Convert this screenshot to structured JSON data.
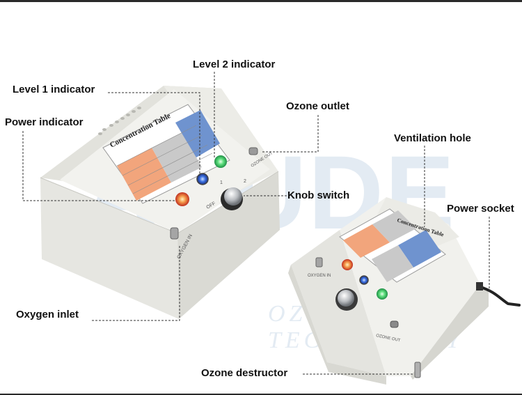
{
  "colors": {
    "background": "#ffffff",
    "device_body": "#eeeeea",
    "device_shade": "#d8d8d2",
    "leader_line": "#333333",
    "table_orange": "#f2a57c",
    "table_gray": "#c9c9c9",
    "table_blue": "#6f93cf",
    "led_red": "#e8452a",
    "led_green": "#3fd36a",
    "led_blue": "#2f5fd1",
    "watermark": "#e3ebf3"
  },
  "watermark": {
    "big": "APUDE",
    "small": "OZONE TECHNOLOGY"
  },
  "callouts": {
    "level2": "Level 2 indicator",
    "level1": "Level 1 indicator",
    "ozone_outlet": "Ozone outlet",
    "power_indicator": "Power indicator",
    "ventilation": "Ventilation hole",
    "knob": "Knob switch",
    "power_socket": "Power socket",
    "oxygen_inlet": "Oxygen inlet",
    "destructor": "Ozone destructor"
  },
  "device_labels": {
    "concentration_table": "Concentration Table",
    "oxygen_in": "OXYGEN IN",
    "ozone_out": "OZONE OUT",
    "knob_off": "OFF",
    "knob_1": "1",
    "knob_2": "2"
  }
}
